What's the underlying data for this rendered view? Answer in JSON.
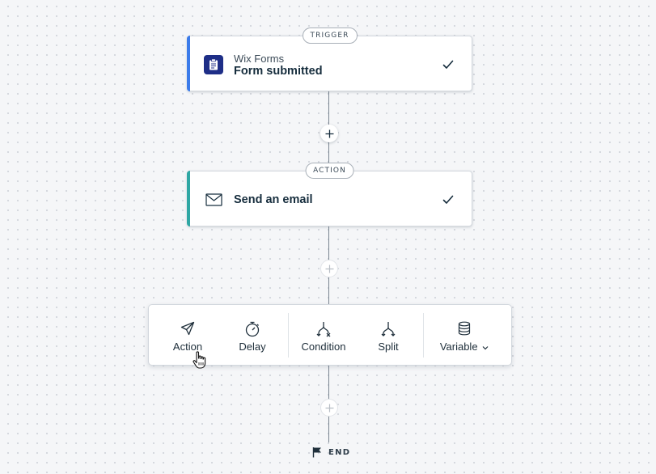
{
  "trigger": {
    "badge": "TRIGGER",
    "app_name": "Wix Forms",
    "event": "Form submitted",
    "accent_color": "#3b7bea",
    "app_icon": "clipboard-icon",
    "status_icon": "check-icon"
  },
  "action": {
    "badge": "ACTION",
    "title": "Send an email",
    "accent_color": "#2fa7a4",
    "icon": "mail-icon",
    "status_icon": "check-icon"
  },
  "toolbar": {
    "items": [
      {
        "label": "Action",
        "icon": "send-icon"
      },
      {
        "label": "Delay",
        "icon": "stopwatch-icon"
      },
      {
        "label": "Condition",
        "icon": "condition-icon"
      },
      {
        "label": "Split",
        "icon": "split-icon"
      },
      {
        "label": "Variable",
        "icon": "database-icon",
        "dropdown_icon": "chevron-down-icon"
      }
    ]
  },
  "end": {
    "label": "END",
    "icon": "flag-icon"
  }
}
